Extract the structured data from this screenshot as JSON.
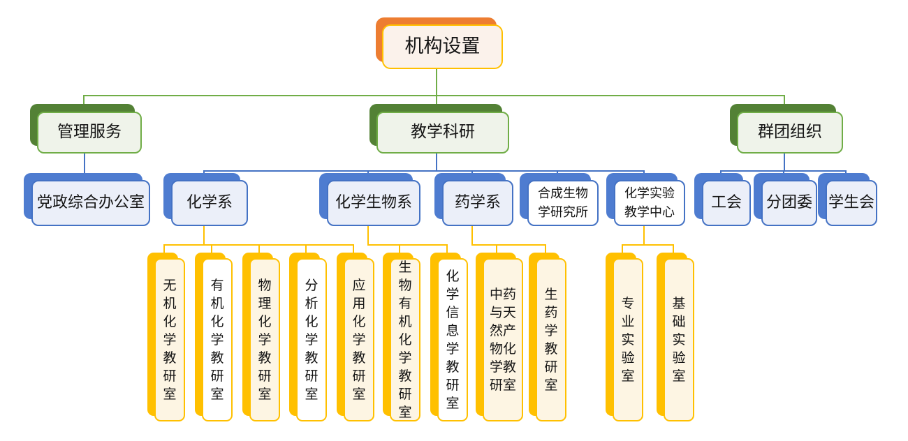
{
  "diagram_title": "机构设置",
  "colors": {
    "root_shadow": "#ED7D31",
    "gold": "#FFC000",
    "root_fill": "#FBF2EB",
    "green": "#70AD47",
    "green_shadow": "#538135",
    "green_fill": "#EFF3EA",
    "blue": "#4472C4",
    "blue_shadow": "#4E7CD0",
    "blue_fill": "#EBEFF9",
    "cream_fill": "#FDF5E3",
    "text": "#141414",
    "background": "#FFFFFF"
  },
  "nodes": {
    "root": {
      "label": "机构设置"
    },
    "mgmt": {
      "label": "管理服务"
    },
    "teach": {
      "label": "教学科研"
    },
    "league": {
      "label": "群团组织"
    },
    "dangzheng": {
      "label": "党政综合办公室"
    },
    "chem": {
      "label": "化学系"
    },
    "chembio": {
      "label": "化学生物系"
    },
    "pharm": {
      "label": "药学系"
    },
    "synbio": {
      "label": "合成生物学研究所"
    },
    "expcenter": {
      "label": "化学实验教学中心"
    },
    "union": {
      "label": "工会"
    },
    "youth": {
      "label": "分团委"
    },
    "student": {
      "label": "学生会"
    },
    "wuji": {
      "label": "无机化学教研室"
    },
    "youji": {
      "label": "有机化学教研室"
    },
    "wuli": {
      "label": "物理化学教研室"
    },
    "fenxi": {
      "label": "分析化学教研室"
    },
    "yingyong": {
      "label": "应用化学教研室"
    },
    "shengwuyouji": {
      "label": "生物有机化学教研室"
    },
    "huaxuexinxi": {
      "label": "化学信息学教研室"
    },
    "zhongyao": {
      "label": "中药与天然产物化学教研室"
    },
    "shengyao": {
      "label": "生药学教研室"
    },
    "zhuanye": {
      "label": "专业实验室"
    },
    "jichu": {
      "label": "基础实验室"
    }
  },
  "hierarchy": {
    "key": "root",
    "children": [
      {
        "key": "mgmt",
        "children": [
          {
            "key": "dangzheng"
          }
        ]
      },
      {
        "key": "teach",
        "children": [
          {
            "key": "chem",
            "children": [
              {
                "key": "wuji"
              },
              {
                "key": "youji"
              },
              {
                "key": "wuli"
              },
              {
                "key": "fenxi"
              },
              {
                "key": "yingyong"
              }
            ]
          },
          {
            "key": "chembio",
            "children": [
              {
                "key": "shengwuyouji"
              },
              {
                "key": "huaxuexinxi"
              }
            ]
          },
          {
            "key": "pharm",
            "children": [
              {
                "key": "zhongyao"
              },
              {
                "key": "shengyao"
              }
            ]
          },
          {
            "key": "synbio",
            "children": []
          },
          {
            "key": "expcenter",
            "children": [
              {
                "key": "zhuanye"
              },
              {
                "key": "jichu"
              }
            ]
          }
        ]
      },
      {
        "key": "league",
        "children": [
          {
            "key": "union"
          },
          {
            "key": "youth"
          },
          {
            "key": "student"
          }
        ]
      }
    ]
  }
}
